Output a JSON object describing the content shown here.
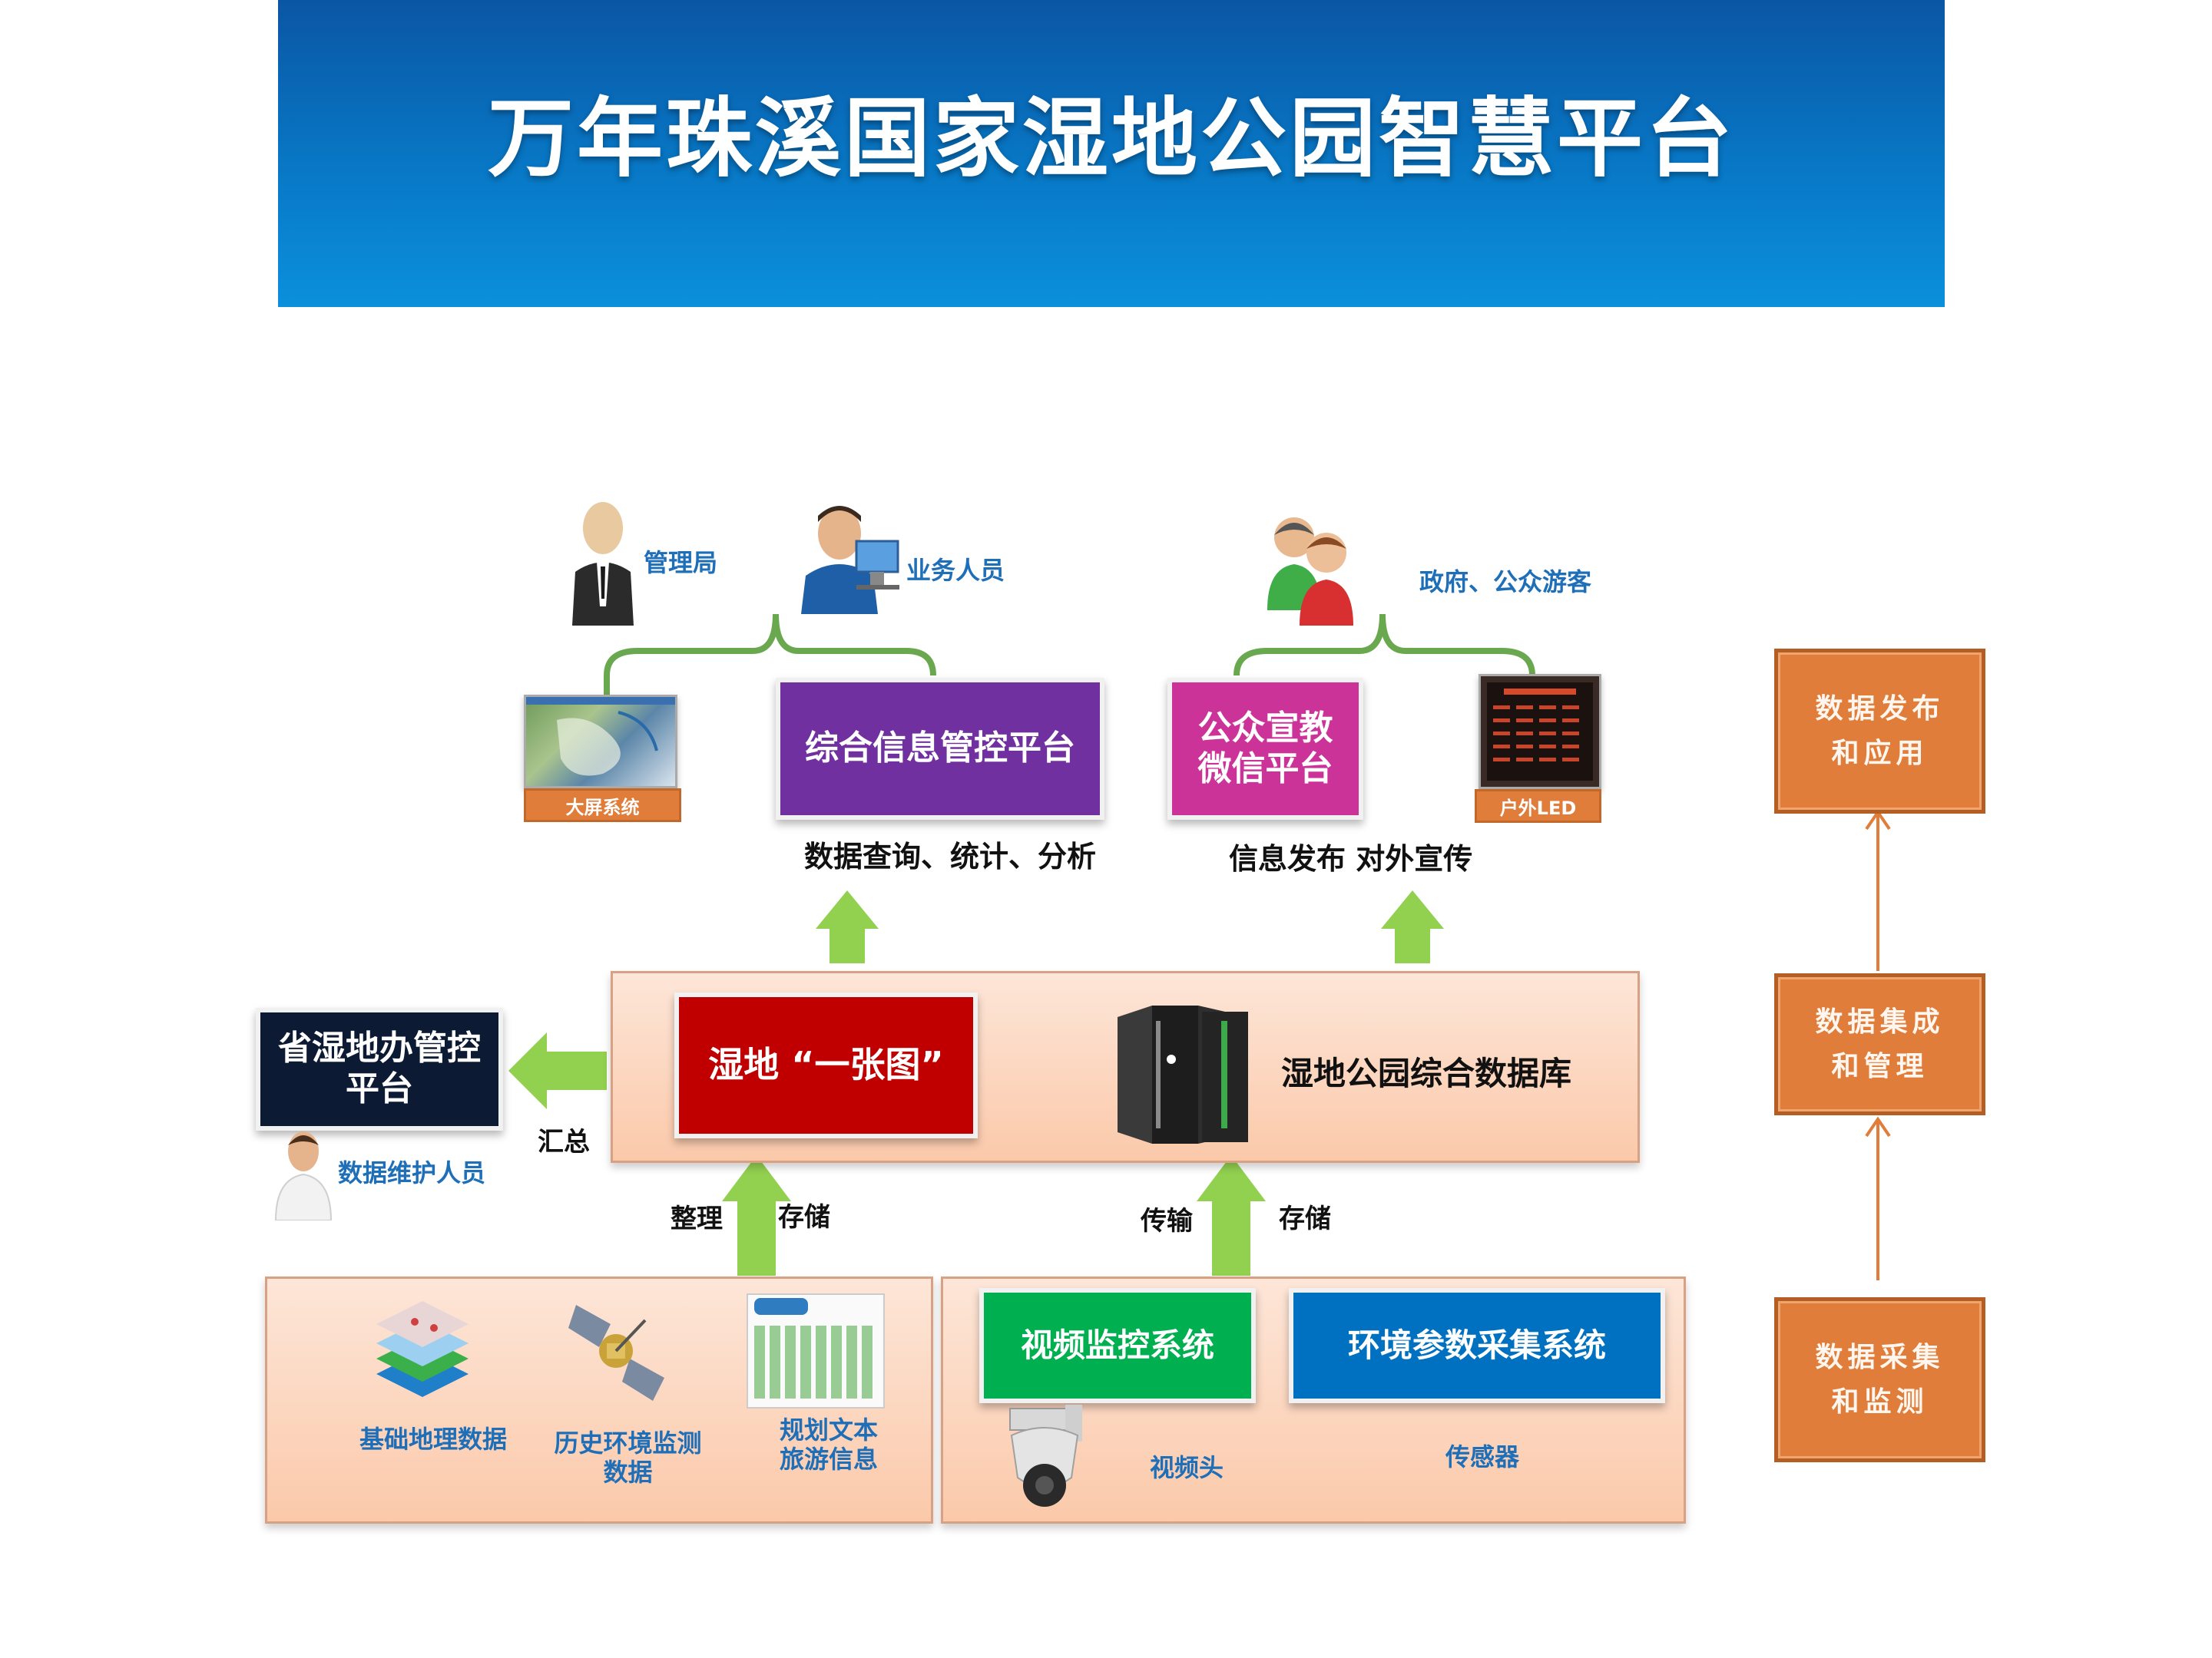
{
  "title": "万年珠溪国家湿地公园智慧平台",
  "users": {
    "admin_bureau": "管理局",
    "business_staff": "业务人员",
    "gov_public": "政府、公众游客",
    "data_maintainer": "数据维护人员"
  },
  "platforms": {
    "integrated": "综合信息管控平台",
    "public_line1": "公众宣教",
    "public_line2": "微信平台",
    "big_screen_tag": "大屏系统",
    "outdoor_led_tag": "户外LED",
    "province_line1": "省湿地办管控",
    "province_line2": "平台"
  },
  "captions": {
    "query_stats": "数据查询、统计、分析",
    "publish": "信息发布  对外宣传",
    "summary": "汇总",
    "organize": "整理",
    "store1": "存储",
    "transmit": "传输",
    "store2": "存储"
  },
  "middle": {
    "one_map": "湿地  “一张图”",
    "database": "湿地公园综合数据库"
  },
  "bottom_left": {
    "geo": "基础地理数据",
    "history_line1": "历史环境监测",
    "history_line2": "数据",
    "plan_line1": "规划文本",
    "plan_line2": "旅游信息"
  },
  "bottom_right": {
    "video_system": "视频监控系统",
    "env_system": "环境参数采集系统",
    "camera": "视频头",
    "sensor": "传感器"
  },
  "steps": {
    "publish_line1": "数据发布",
    "publish_line2": "和应用",
    "integrate_line1": "数据集成",
    "integrate_line2": "和管理",
    "collect_line1": "数据采集",
    "collect_line2": "和监测"
  },
  "colors": {
    "header": "#0878c6",
    "purple": "#7030a0",
    "magenta": "#cc3399",
    "red": "#c00000",
    "navy": "#0c1a33",
    "green": "#00b050",
    "blue": "#0070c0",
    "orange": "#e07d3a",
    "arrow_green": "#92d050"
  }
}
